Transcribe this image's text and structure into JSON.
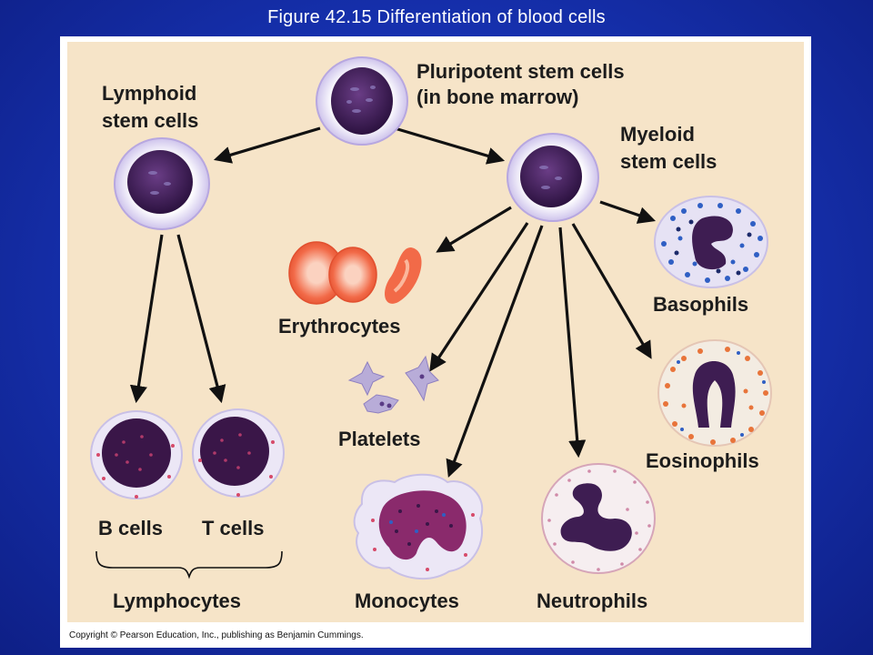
{
  "slide": {
    "title": "Figure 42.15  Differentiation of blood cells"
  },
  "labels": {
    "pluripotent_line1": "Pluripotent stem cells",
    "pluripotent_line2": "(in bone marrow)",
    "lymphoid_line1": "Lymphoid",
    "lymphoid_line2": "stem cells",
    "myeloid_line1": "Myeloid",
    "myeloid_line2": "stem cells",
    "basophils": "Basophils",
    "erythrocytes": "Erythrocytes",
    "platelets": "Platelets",
    "eosinophils": "Eosinophils",
    "b_cells": "B cells",
    "t_cells": "T cells",
    "lymphocytes": "Lymphocytes",
    "monocytes": "Monocytes",
    "neutrophils": "Neutrophils"
  },
  "copyright": "Copyright © Pearson Education, Inc., publishing as Benjamin Cummings.",
  "colors": {
    "background_blue": "#1733b4",
    "panel_tan": "#f6e4c8",
    "nucleus_purple": "#3e1d52",
    "cytoplasm_lavender": "#e3dcf2",
    "erythrocyte_red": "#f06a4a",
    "arrow_black": "#111111"
  }
}
